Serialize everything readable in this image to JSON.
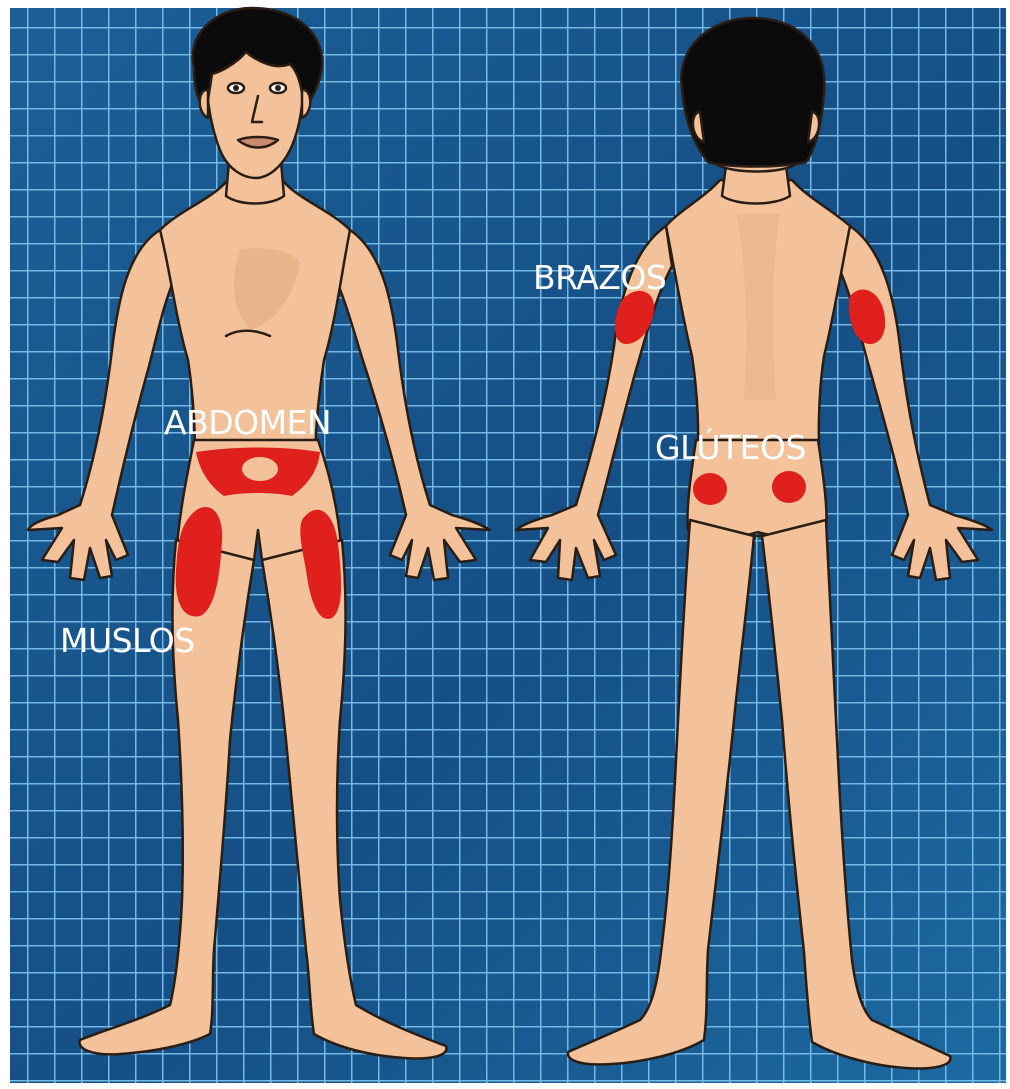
{
  "colors": {
    "background": "#1b5a90",
    "grid_line": "#7fc4ee",
    "frame": "#ffffff",
    "skin": "#f3c29a",
    "skin_shade": "#dfa57b",
    "outline": "#2a1d14",
    "hair": "#0b0b0b",
    "injection_zone": "#e0201c",
    "label_text": "#ffffff"
  },
  "figures": {
    "front": {
      "name": "front-view"
    },
    "back": {
      "name": "back-view"
    }
  },
  "zones": {
    "arms": {
      "label": "BRAZOS"
    },
    "abdomen": {
      "label": "ABDOMEN"
    },
    "buttocks": {
      "label": "GLÚTEOS"
    },
    "thighs": {
      "label": "MUSLOS"
    }
  }
}
